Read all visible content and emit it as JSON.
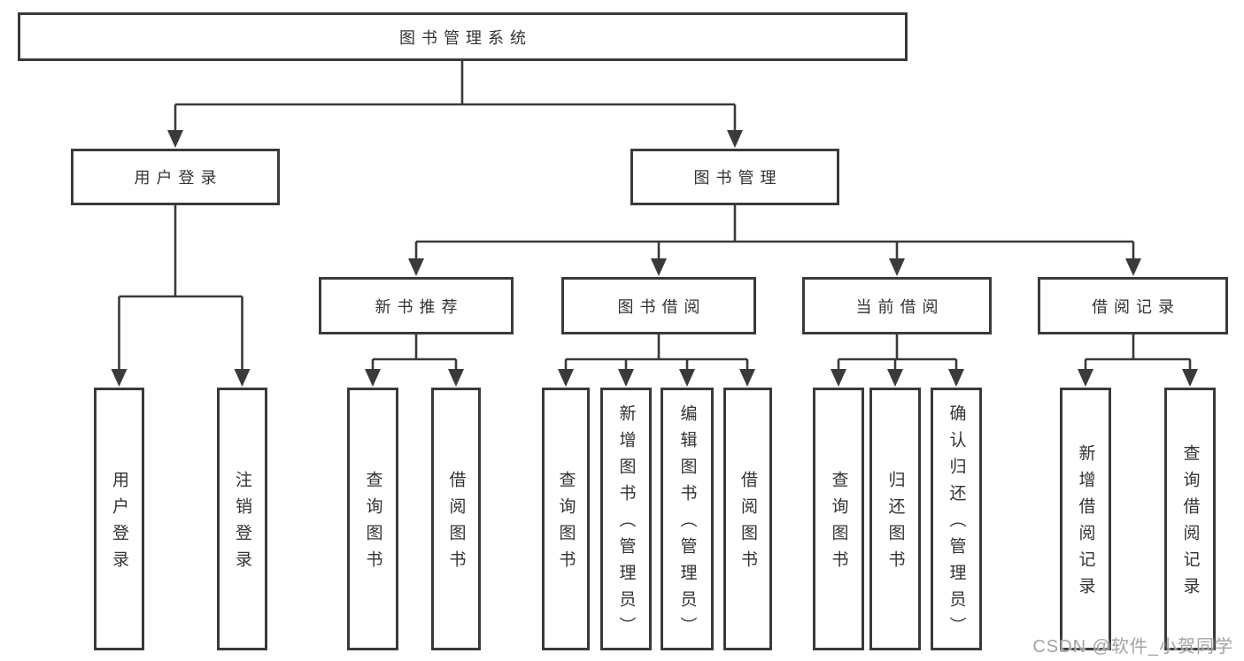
{
  "diagram": {
    "root": {
      "label": "图书管理系统"
    },
    "level1": [
      {
        "label": "用户登录",
        "parent": "图书管理系统"
      },
      {
        "label": "图书管理",
        "parent": "图书管理系统"
      }
    ],
    "level2": [
      {
        "label": "新书推荐",
        "parent": "图书管理"
      },
      {
        "label": "图书借阅",
        "parent": "图书管理"
      },
      {
        "label": "当前借阅",
        "parent": "图书管理"
      },
      {
        "label": "借阅记录",
        "parent": "图书管理"
      }
    ],
    "leaves": [
      {
        "label": "用户登录",
        "parent": "用户登录"
      },
      {
        "label": "注销登录",
        "parent": "用户登录"
      },
      {
        "label": "查询图书",
        "parent": "新书推荐"
      },
      {
        "label": "借阅图书",
        "parent": "新书推荐"
      },
      {
        "label": "查询图书",
        "parent": "图书借阅"
      },
      {
        "label": "新增图书（管理员）",
        "parent": "图书借阅"
      },
      {
        "label": "编辑图书（管理员）",
        "parent": "图书借阅"
      },
      {
        "label": "借阅图书",
        "parent": "图书借阅"
      },
      {
        "label": "查询图书",
        "parent": "当前借阅"
      },
      {
        "label": "归还图书",
        "parent": "当前借阅"
      },
      {
        "label": "确认归还（管理员）",
        "parent": "当前借阅"
      },
      {
        "label": "新增借阅记录",
        "parent": "借阅记录"
      },
      {
        "label": "查询借阅记录",
        "parent": "借阅记录"
      }
    ]
  },
  "watermark": {
    "text": "CSDN @软件_小贺同学"
  },
  "colors": {
    "line": "#3a3a3a",
    "border": "#3a3a3a",
    "text": "#333333",
    "watermark": "#a3a3a3",
    "background": "#ffffff"
  }
}
